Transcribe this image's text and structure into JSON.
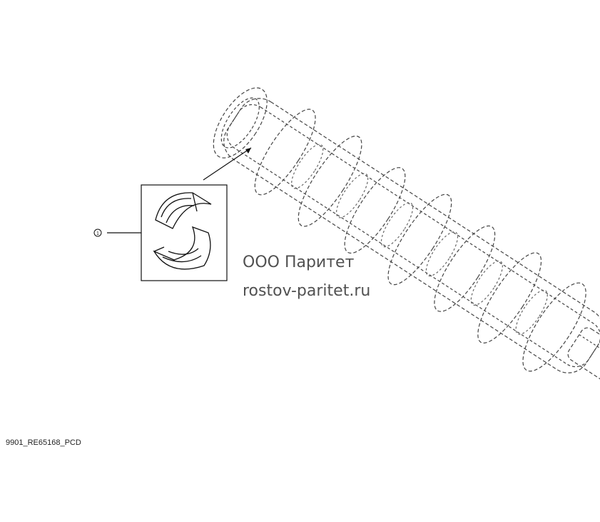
{
  "callout": {
    "number": "1"
  },
  "watermark": {
    "company": "ООО Паритет",
    "site": "rostov-paritet.ru"
  },
  "figure_code": "9901_RE65168_PCD",
  "colors": {
    "line": "#111111",
    "dashed": "#444444",
    "watermark": "#333333"
  }
}
